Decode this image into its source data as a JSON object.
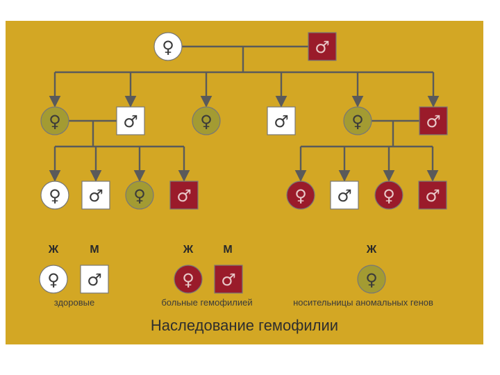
{
  "colors": {
    "panel": "#d3a724",
    "healthy": "#ffffff",
    "affected": "#9a1b2a",
    "carrier": "#a39b32",
    "line": "#5a5a5a"
  },
  "glyphs": {
    "female": "♀",
    "male": "♂"
  },
  "pedigree": {
    "generations": [
      {
        "id": "g1",
        "members": [
          {
            "id": "g1-mother",
            "sex": "female",
            "status": "healthy"
          },
          {
            "id": "g1-father",
            "sex": "male",
            "status": "affected"
          }
        ]
      },
      {
        "id": "g2",
        "members": [
          {
            "id": "g2-daughter-1",
            "sex": "female",
            "status": "carrier"
          },
          {
            "id": "g2-son-in-law-1",
            "sex": "male",
            "status": "healthy"
          },
          {
            "id": "g2-daughter-2",
            "sex": "female",
            "status": "carrier"
          },
          {
            "id": "g2-son-in-law-2",
            "sex": "male",
            "status": "healthy"
          },
          {
            "id": "g2-daughter-3",
            "sex": "female",
            "status": "carrier"
          },
          {
            "id": "g2-son-in-law-3",
            "sex": "male",
            "status": "affected"
          }
        ]
      },
      {
        "id": "g3",
        "members": [
          {
            "id": "g3-a1",
            "sex": "female",
            "status": "healthy"
          },
          {
            "id": "g3-a2",
            "sex": "male",
            "status": "healthy"
          },
          {
            "id": "g3-a3",
            "sex": "female",
            "status": "carrier"
          },
          {
            "id": "g3-a4",
            "sex": "male",
            "status": "affected"
          },
          {
            "id": "g3-b1",
            "sex": "female",
            "status": "affected"
          },
          {
            "id": "g3-b2",
            "sex": "male",
            "status": "healthy"
          },
          {
            "id": "g3-b3",
            "sex": "female",
            "status": "affected"
          },
          {
            "id": "g3-b4",
            "sex": "male",
            "status": "affected"
          }
        ]
      }
    ]
  },
  "legend": {
    "female_letter": "Ж",
    "male_letter": "М",
    "healthy_label": "здоровые",
    "affected_label": "больные гемофилией",
    "carrier_label": "носительницы аномальных генов"
  },
  "title": "Наследование гемофилии"
}
